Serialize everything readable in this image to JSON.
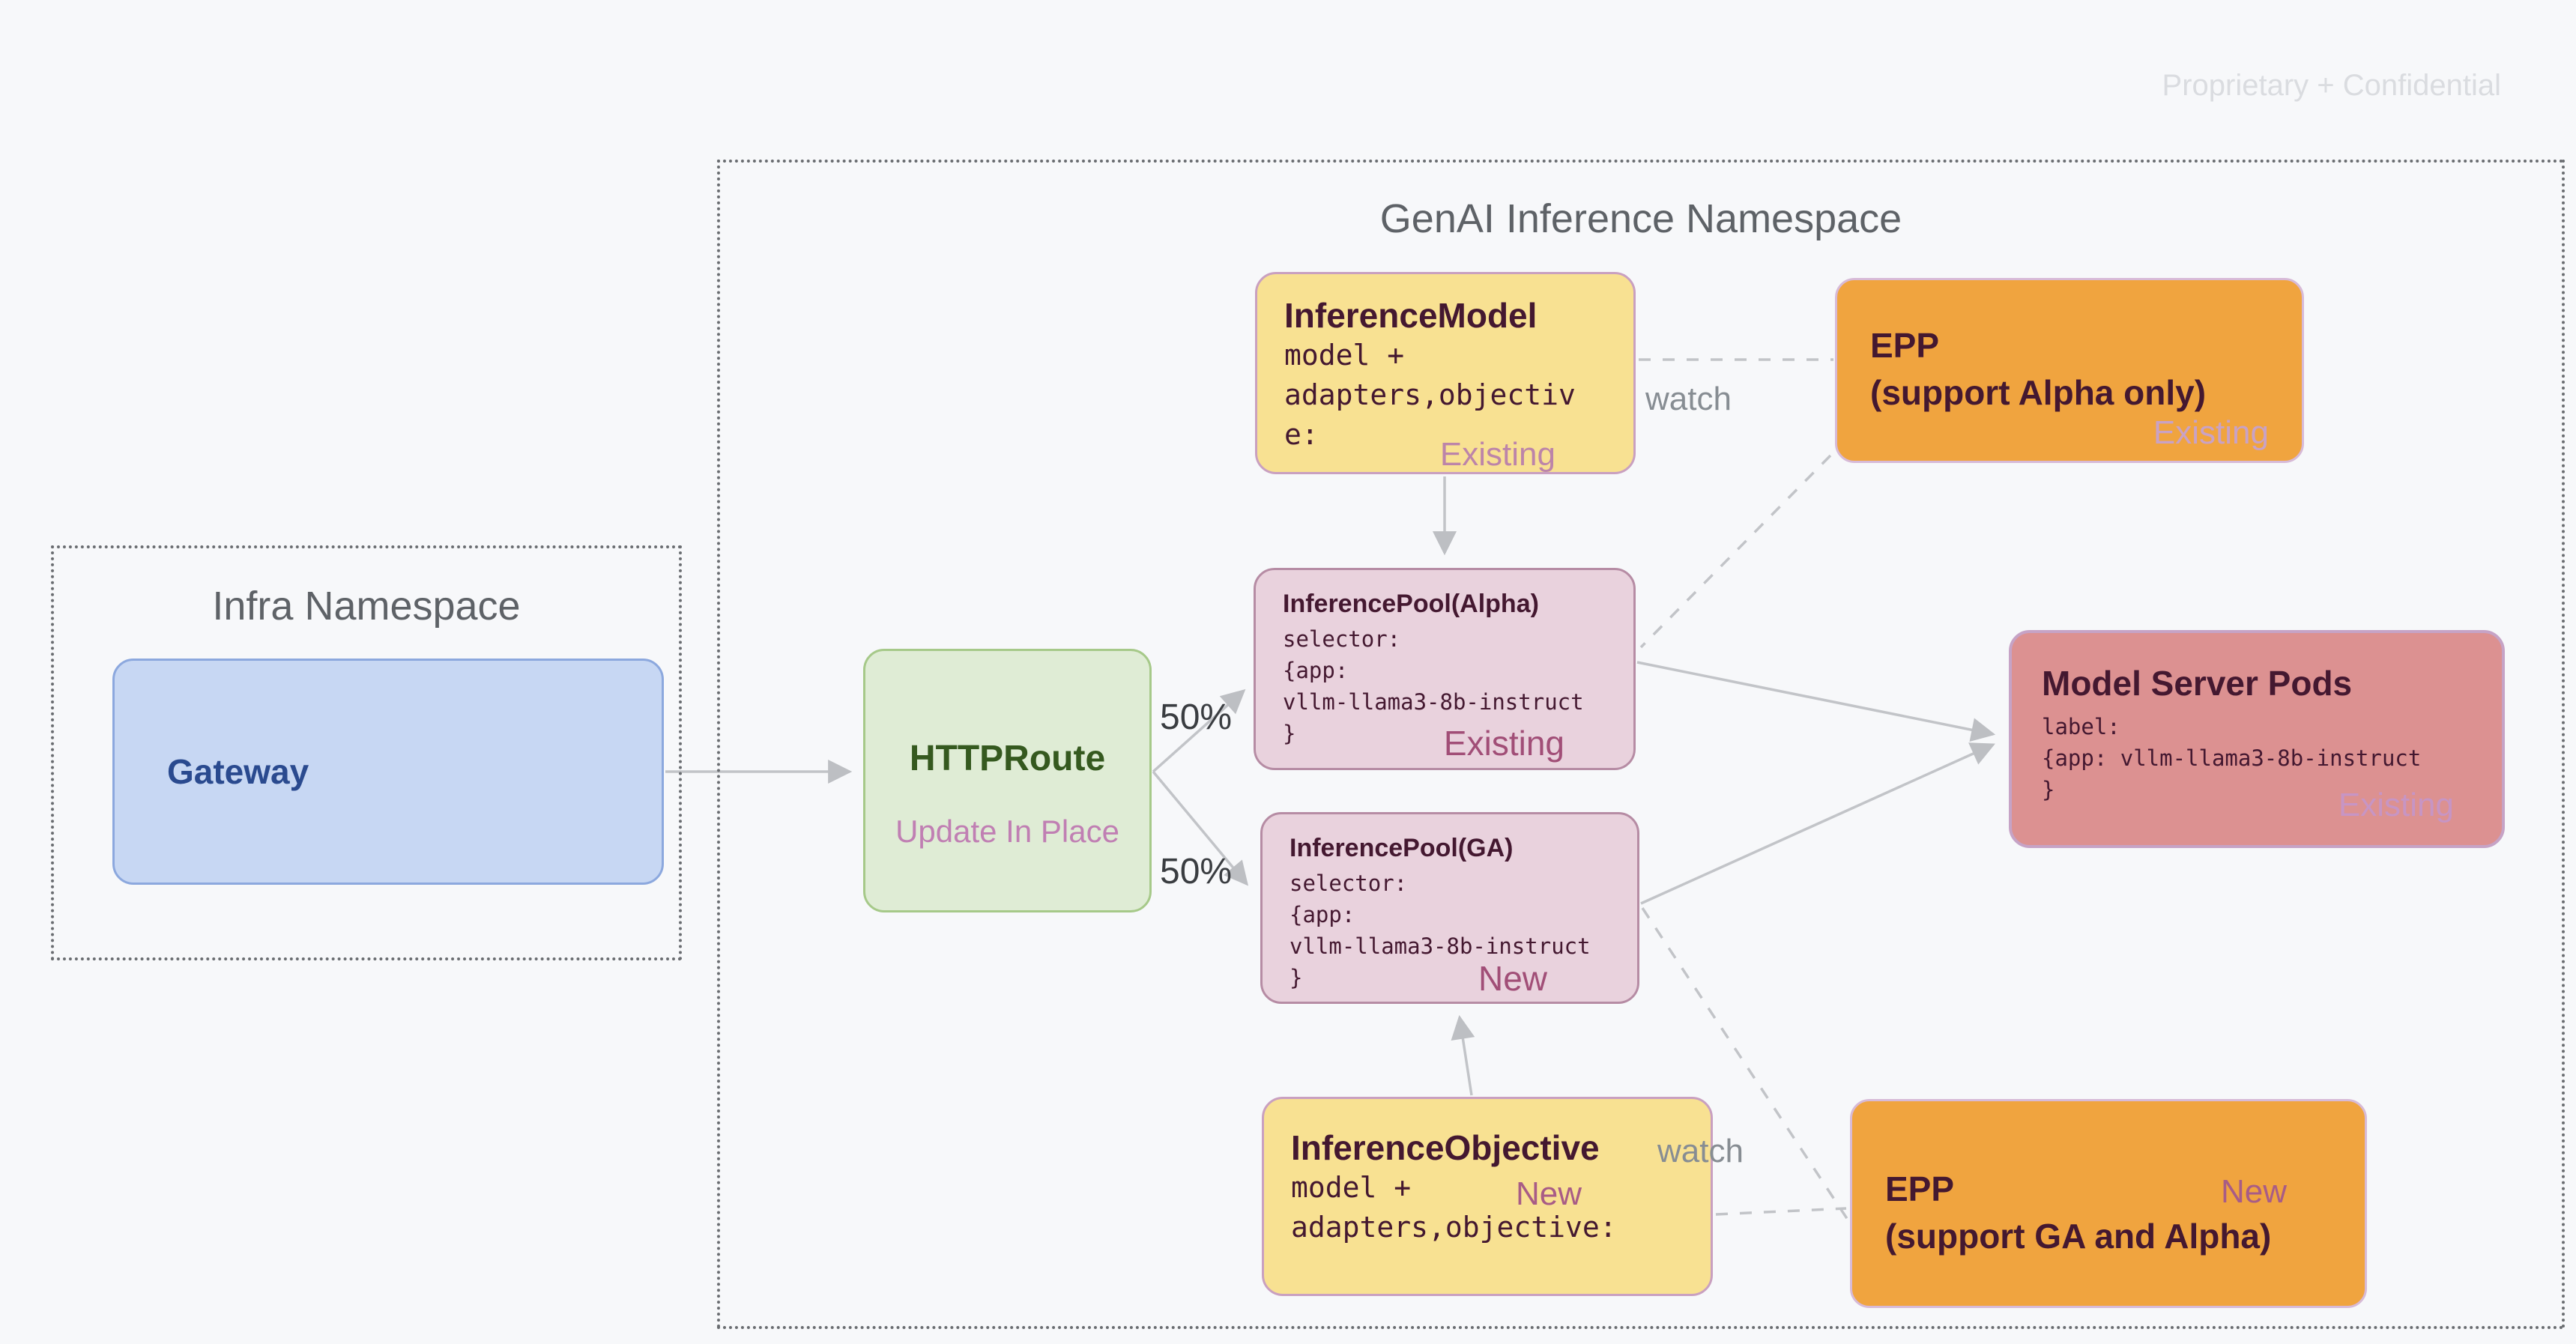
{
  "page": {
    "confidential_note": "Proprietary + Confidential"
  },
  "infra_namespace": {
    "title": "Infra Namespace",
    "gateway": {
      "title": "Gateway"
    }
  },
  "genai_namespace": {
    "title": "GenAI Inference Namespace",
    "httproute": {
      "title": "HTTPRoute",
      "subtitle": "Update In Place"
    },
    "inference_model": {
      "title": "InferenceModel",
      "code": [
        "model +",
        "adapters,objectiv",
        "e:"
      ],
      "status": "Existing"
    },
    "epp_alpha": {
      "title": "EPP",
      "subtitle": "(support Alpha only)",
      "status": "Existing"
    },
    "pool_alpha": {
      "title": "InferencePool(Alpha)",
      "code": [
        "selector:",
        "{app:",
        "vllm-llama3-8b-instruct",
        "}"
      ],
      "status": "Existing"
    },
    "pool_ga": {
      "title": "InferencePool(GA)",
      "code": [
        "selector:",
        "{app:",
        "vllm-llama3-8b-instruct",
        "}"
      ],
      "status": "New"
    },
    "model_server_pods": {
      "title": "Model Server Pods",
      "code": [
        "label:",
        "{app: vllm-llama3-8b-instruct",
        "}"
      ],
      "status": "Existing"
    },
    "inference_objective": {
      "title": "InferenceObjective",
      "code": [
        "model +",
        "adapters,objective:"
      ],
      "status": "New"
    },
    "epp_ga": {
      "title": "EPP",
      "subtitle": "(support GA and Alpha)",
      "status": "New"
    }
  },
  "edges": {
    "labels": {
      "split_top": "50%",
      "split_bottom": "50%",
      "watch_top": "watch",
      "watch_bottom": "watch"
    }
  },
  "colors": {
    "background": "#F7F8FA",
    "edge_line": "#C2C4C8",
    "namespace_border": "#6A6D71",
    "yellow_fill": "#F8E192",
    "orange_fill": "#F0A43F",
    "pool_fill": "#E9D2DD",
    "pods_fill": "#DC9191",
    "green_fill": "#DFECD5",
    "blue_fill": "#C7D7F3",
    "dark_text": "#441830",
    "status_pool": "#A14E77",
    "status_light": "#C9A2C5",
    "watch_grey": "#878D93"
  }
}
